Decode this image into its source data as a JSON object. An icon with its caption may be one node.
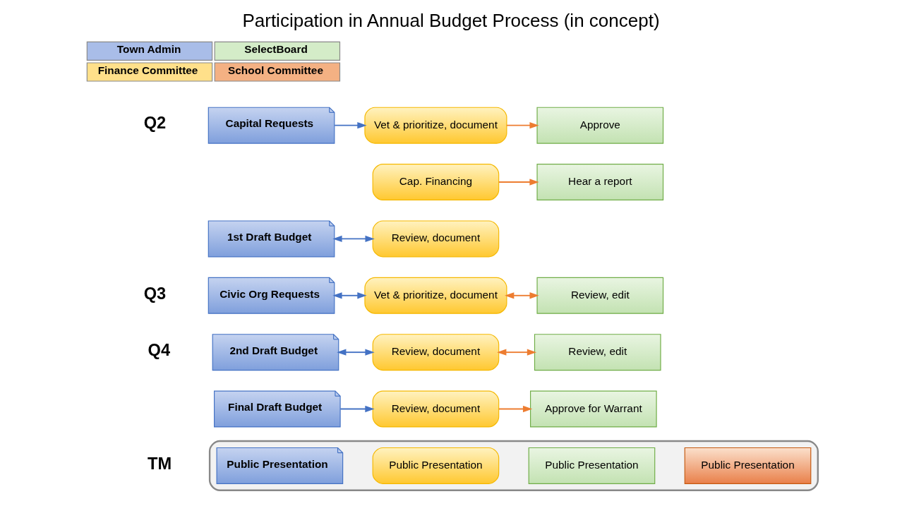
{
  "diagram": {
    "title": "Participation in Annual Budget Process (in concept)",
    "nodes": [
      {
        "text": [
          "Capital Requests"
        ]
      },
      {
        "text": [
          "Vet & prioritize, document"
        ]
      },
      {
        "text": [
          "Approve"
        ]
      },
      {
        "text": [
          "Cap. Financing"
        ]
      },
      {
        "text": [
          "Hear a report"
        ]
      },
      {
        "text": [
          "1st Draft Budget"
        ]
      },
      {
        "text": [
          "Review, document"
        ]
      },
      {
        "text": [
          "Civic Org Requests"
        ]
      },
      {
        "text": [
          "Vet & prioritize, document"
        ]
      },
      {
        "text": [
          "Review, edit"
        ]
      },
      {
        "text": [
          "2nd Draft Budget"
        ]
      },
      {
        "text": [
          "Review, document"
        ]
      },
      {
        "text": [
          "Review, edit"
        ]
      },
      {
        "text": [
          "Final Draft Budget"
        ]
      },
      {
        "text": [
          "Review, document"
        ]
      },
      {
        "text": [
          "Approve for Warrant"
        ]
      },
      {
        "text": [],
        "shape": "box"
      },
      {
        "text": [
          "Public Presentation"
        ],
        "in": 16
      },
      {
        "text": [
          "Public Presentation"
        ],
        "in": 16
      },
      {
        "text": [
          "Public Presentation"
        ],
        "in": 16
      },
      {
        "text": [
          "Public Presentation"
        ],
        "in": 16
      }
    ],
    "edges": [
      {
        "from": 0,
        "to": 1,
        "arrow": "to",
        "color": "#4472c4"
      },
      {
        "from": 1,
        "to": 2,
        "arrow": "to",
        "color": "#ed7d31"
      },
      {
        "from": 3,
        "to": 4,
        "arrow": "to",
        "color": "#ed7d31"
      },
      {
        "from": 5,
        "to": 6,
        "arrow": "both",
        "color": "#4472c4"
      },
      {
        "from": 7,
        "to": 8,
        "arrow": "both",
        "color": "#4472c4"
      },
      {
        "from": 8,
        "to": 9,
        "arrow": "both",
        "color": "#ed7d31"
      },
      {
        "from": 10,
        "to": 11,
        "arrow": "both",
        "color": "#4472c4"
      },
      {
        "from": 11,
        "to": 12,
        "arrow": "both",
        "color": "#ed7d31"
      },
      {
        "from": 13,
        "to": 14,
        "arrow": "to",
        "color": "#4472c4"
      },
      {
        "from": 14,
        "to": 15,
        "arrow": "to",
        "color": "#ed7d31"
      }
    ],
    "labels": [
      "Q2",
      "Q3",
      "Q4",
      "TM"
    ],
    "legend": [
      {
        "text": "Town Admin",
        "color": "#a9bde8"
      },
      {
        "text": "SelectBoard",
        "color": "#d4ecc8"
      },
      {
        "text": "Finance Committee",
        "color": "#ffe08a"
      },
      {
        "text": "School Committee",
        "color": "#f4b183"
      }
    ]
  }
}
